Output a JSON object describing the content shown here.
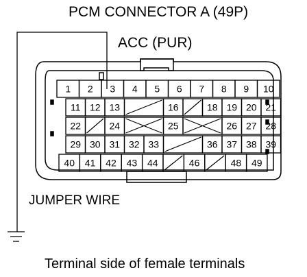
{
  "title": "PCM CONNECTOR A (49P)",
  "subtitle": "ACC (PUR)",
  "jumper_label": "JUMPER WIRE",
  "caption": "Terminal side of female terminals",
  "rows": [
    [
      {
        "t": "1"
      },
      {
        "t": "2"
      },
      {
        "t": "3"
      },
      {
        "t": "4"
      },
      {
        "t": "5"
      },
      {
        "t": "6"
      },
      {
        "t": "7"
      },
      {
        "t": "8"
      },
      {
        "t": "9"
      },
      {
        "t": "10"
      }
    ],
    [
      {
        "t": "11"
      },
      {
        "t": "12"
      },
      {
        "t": "13"
      },
      {
        "e": "slash",
        "w": 2
      },
      {
        "t": "16"
      },
      {
        "e": "slash"
      },
      {
        "t": "18"
      },
      {
        "t": "19"
      },
      {
        "t": "20"
      },
      {
        "t": "21"
      }
    ],
    [
      {
        "t": "22"
      },
      {
        "e": "slash"
      },
      {
        "t": "24"
      },
      {
        "e": "cross",
        "w": 2
      },
      {
        "t": "25"
      },
      {
        "e": "cross",
        "w": 2
      },
      {
        "t": "26"
      },
      {
        "t": "27"
      },
      {
        "t": "28"
      }
    ],
    [
      {
        "t": "29"
      },
      {
        "t": "30"
      },
      {
        "t": "31"
      },
      {
        "t": "32"
      },
      {
        "t": "33"
      },
      {
        "e": "slash",
        "w": 2
      },
      {
        "t": "36"
      },
      {
        "t": "37"
      },
      {
        "t": "38"
      },
      {
        "t": "39"
      }
    ],
    [
      {
        "t": "40"
      },
      {
        "t": "41"
      },
      {
        "t": "42"
      },
      {
        "t": "43"
      },
      {
        "t": "44"
      },
      {
        "e": "slash"
      },
      {
        "t": "46"
      },
      {
        "e": "slash"
      },
      {
        "t": "48"
      },
      {
        "t": "49"
      }
    ]
  ]
}
